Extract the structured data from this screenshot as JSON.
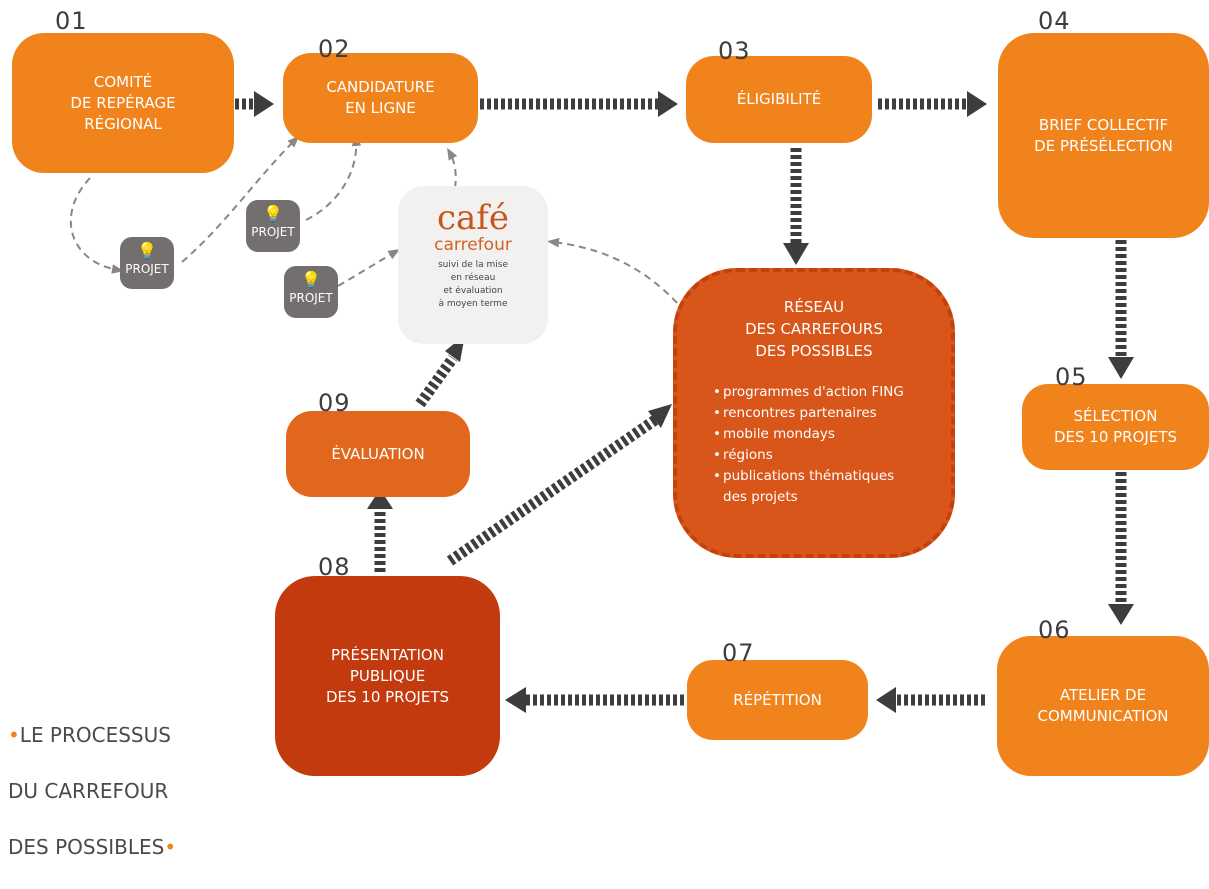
{
  "colors": {
    "orange_light": "#f1831d",
    "orange_mid": "#e1671c",
    "orange_dark": "#c23a0e",
    "arrow": "#3d3d3d",
    "badge_gray": "#736f6e"
  },
  "steps": [
    {
      "number": "01",
      "label": "COMITÉ\nDE REPÉRAGE\nRÉGIONAL"
    },
    {
      "number": "02",
      "label": "CANDIDATURE\nEN LIGNE"
    },
    {
      "number": "03",
      "label": "ÉLIGIBILITÉ"
    },
    {
      "number": "04",
      "label": "BRIEF COLLECTIF\nDE PRÉSÉLECTION"
    },
    {
      "number": "05",
      "label": "SÉLECTION\nDES 10 PROJETS"
    },
    {
      "number": "06",
      "label": "ATELIER DE\nCOMMUNICATION"
    },
    {
      "number": "07",
      "label": "RÉPÉTITION"
    },
    {
      "number": "08",
      "label": "PRÉSENTATION\nPUBLIQUE\nDES 10 PROJETS"
    },
    {
      "number": "09",
      "label": "ÉVALUATION"
    }
  ],
  "projet_badges": [
    "PROJET",
    "PROJET",
    "PROJET"
  ],
  "projet_icon": "lightbulb-icon",
  "cafe": {
    "title": "café",
    "subtitle": "carrefour",
    "description": "suivi de la mise\nen réseau\net évaluation\nà moyen terme"
  },
  "reseau": {
    "title": "RÉSEAU\nDES CARREFOURS\nDES POSSIBLES",
    "items": [
      "programmes d'action FING",
      "rencontres partenaires",
      "mobile mondays",
      "régions",
      "publications thématiques\ndes projets"
    ]
  },
  "caption": {
    "line1": "LE PROCESSUS",
    "line2": "DU CARREFOUR",
    "line3": "DES POSSIBLES"
  }
}
